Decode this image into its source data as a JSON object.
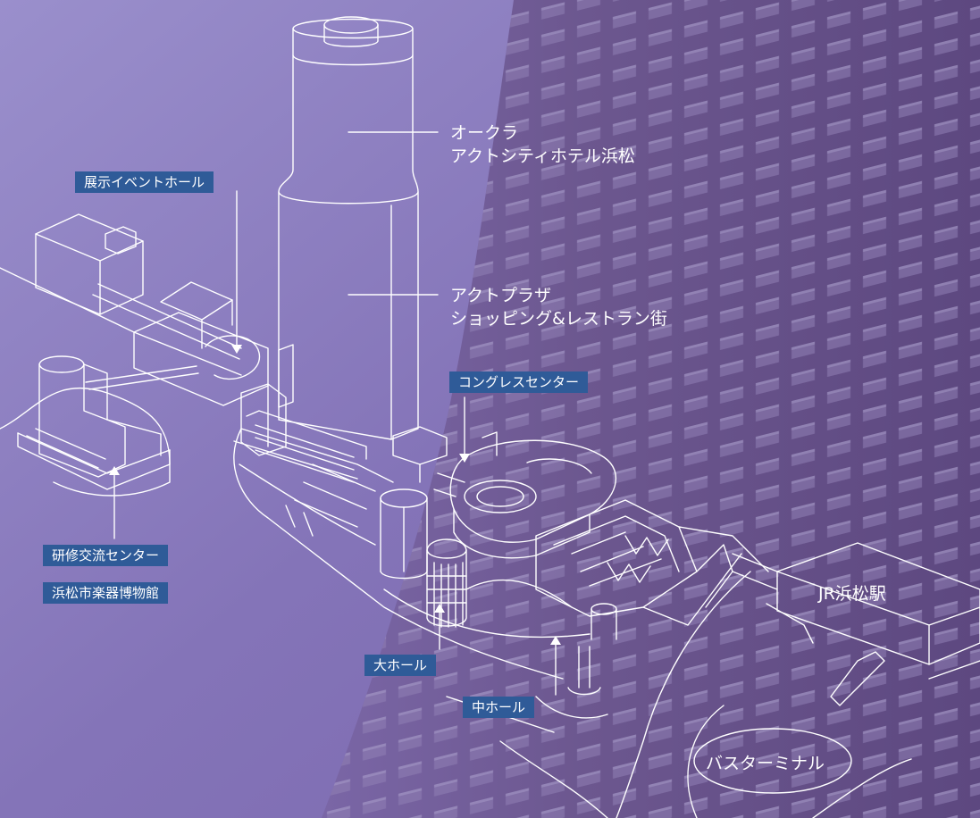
{
  "colors": {
    "background": "#8a7cbe",
    "building": "#6d568f",
    "outline": "#ffffff",
    "label_bg": "#2f5b98"
  },
  "labels": {
    "exhibition_hall": "展示イベントホール",
    "hotel_line1": "オークラ",
    "hotel_line2": "アクトシティホテル浜松",
    "plaza_line1": "アクトプラザ",
    "plaza_line2": "ショッピング&レストラン街",
    "congress_center": "コングレスセンター",
    "training_center": "研修交流センター",
    "museum": "浜松市楽器博物館",
    "large_hall": "大ホール",
    "middle_hall": "中ホール",
    "jr_station": "JR浜松駅",
    "bus_terminal": "バスターミナル"
  }
}
